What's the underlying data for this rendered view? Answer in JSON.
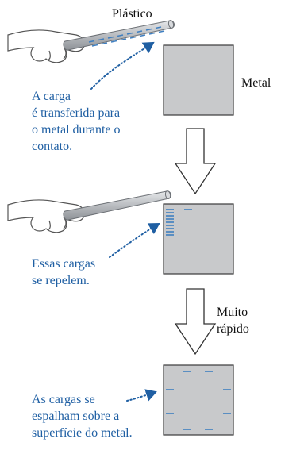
{
  "labels": {
    "plastic": "Plástico",
    "metal": "Metal",
    "caption1": "A carga\né transferida para\no metal durante o\ncontato.",
    "caption2": "Essas cargas\nse repelem.",
    "arrow_note": "Muito\nrápido",
    "caption3": "As cargas se\nespalham sobre a\nsuperfície do metal."
  },
  "colors": {
    "metal_fill": "#c8c9cb",
    "charge": "#3f7fc0",
    "text_blue": "#1f5fa3",
    "rod": "#b9bcc0"
  },
  "icons": {
    "hand": "hand-icon",
    "rod": "plastic-rod-icon",
    "arrow": "down-arrow-icon",
    "pointer": "dotted-pointer-icon"
  }
}
